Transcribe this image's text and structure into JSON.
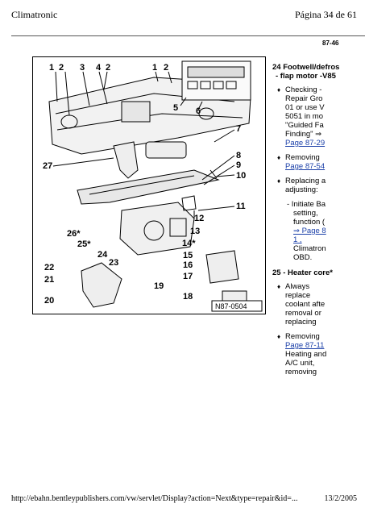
{
  "header": {
    "left": "Climatronic",
    "right": "Página 34 de 61"
  },
  "section_number": "87-46",
  "figure": {
    "code": "N87-0504",
    "callouts": [
      "1",
      "2",
      "3",
      "4",
      "2",
      "1",
      "2",
      "5",
      "6",
      "7",
      "27",
      "8",
      "9",
      "10",
      "11",
      "12",
      "13",
      "26*",
      "25*",
      "14*",
      "24",
      "15",
      "23",
      "16",
      "22",
      "17",
      "21",
      "19",
      "20",
      "18"
    ]
  },
  "item24": {
    "title_l1": "24 Footwell/defros",
    "title_l2": "- flap motor -V85",
    "b1": [
      "Checking -",
      "Repair Gro",
      "01 or use V",
      "5051 in mo",
      "\"Guided Fa",
      "Finding\" ⇒"
    ],
    "b1_link": "Page 87-29",
    "b2": [
      "Removing"
    ],
    "b2_link": "Page 87-54",
    "b3": [
      "Replacing a",
      "adjusting:"
    ],
    "sub": [
      "- Initiate Ba",
      "setting,",
      "function ("
    ],
    "sub_link_a": "⇒ Page 8",
    "sub_link_b": "1 ,",
    "sub_tail": [
      "Climatron",
      "OBD."
    ]
  },
  "item25": {
    "title": "25 - Heater core*",
    "b1": [
      "Always",
      "replace",
      "coolant afte",
      "removal or",
      "replacing"
    ],
    "b2": [
      "Removing"
    ],
    "b2_link": "Page 87-11",
    "b2_tail": [
      "Heating and",
      "A/C unit,",
      "removing"
    ]
  },
  "footer": {
    "url": "http://ebahn.bentleypublishers.com/vw/servlet/Display?action=Next&type=repair&id=...",
    "date": "13/2/2005"
  }
}
